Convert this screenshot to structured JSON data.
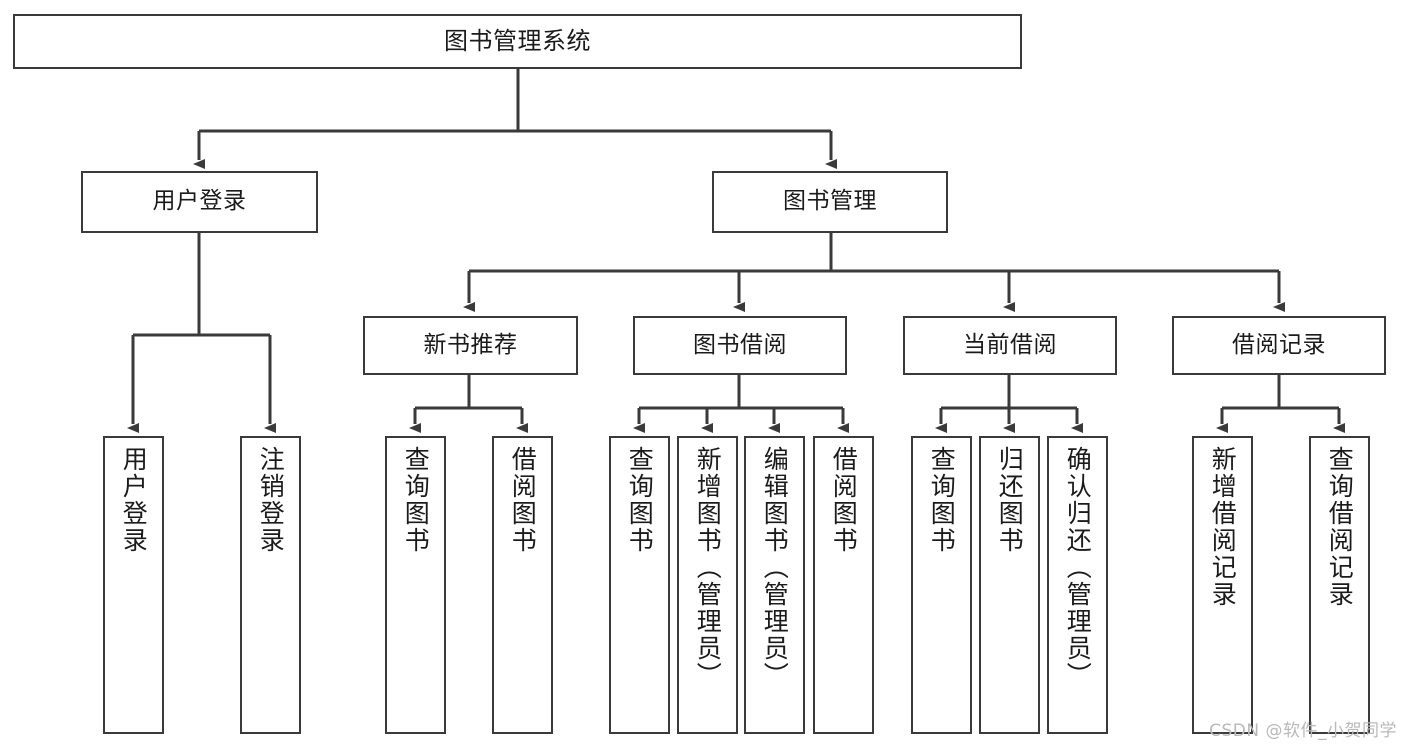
{
  "diagram": {
    "title": "图书管理系统",
    "watermark": "CSDN @软件_小贺同学",
    "colors": {
      "box_border": "#3a3a3a",
      "box_fill": "#ffffff",
      "edge": "#3a3a3a",
      "text": "#1b1b1b",
      "watermark": "#b9b9b9"
    },
    "levels": {
      "root": "图书管理系统",
      "level2": [
        "用户登录",
        "图书管理"
      ],
      "level3": [
        "新书推荐",
        "图书借阅",
        "当前借阅",
        "借阅记录"
      ]
    },
    "nodes": {
      "root": {
        "label": "图书管理系统"
      },
      "user_login": {
        "label": "用户登录"
      },
      "book_manage": {
        "label": "图书管理"
      },
      "new_book_rec": {
        "label": "新书推荐"
      },
      "book_borrow": {
        "label": "图书借阅"
      },
      "current_borrow": {
        "label": "当前借阅"
      },
      "borrow_record": {
        "label": "借阅记录"
      },
      "leaf_user_login": {
        "label": "用户登录"
      },
      "leaf_logout": {
        "label": "注销登录"
      },
      "leaf_query_book_1": {
        "label": "查询图书"
      },
      "leaf_borrow_book_1": {
        "label": "借阅图书"
      },
      "leaf_query_book_2": {
        "label": "查询图书"
      },
      "leaf_add_book": {
        "label": "新增图书（管理员）"
      },
      "leaf_edit_book": {
        "label": "编辑图书（管理员）"
      },
      "leaf_borrow_book_2": {
        "label": "借阅图书"
      },
      "leaf_query_book_3": {
        "label": "查询图书"
      },
      "leaf_return_book": {
        "label": "归还图书"
      },
      "leaf_confirm_return": {
        "label": "确认归还（管理员）"
      },
      "leaf_add_record": {
        "label": "新增借阅记录"
      },
      "leaf_query_record": {
        "label": "查询借阅记录"
      }
    }
  }
}
